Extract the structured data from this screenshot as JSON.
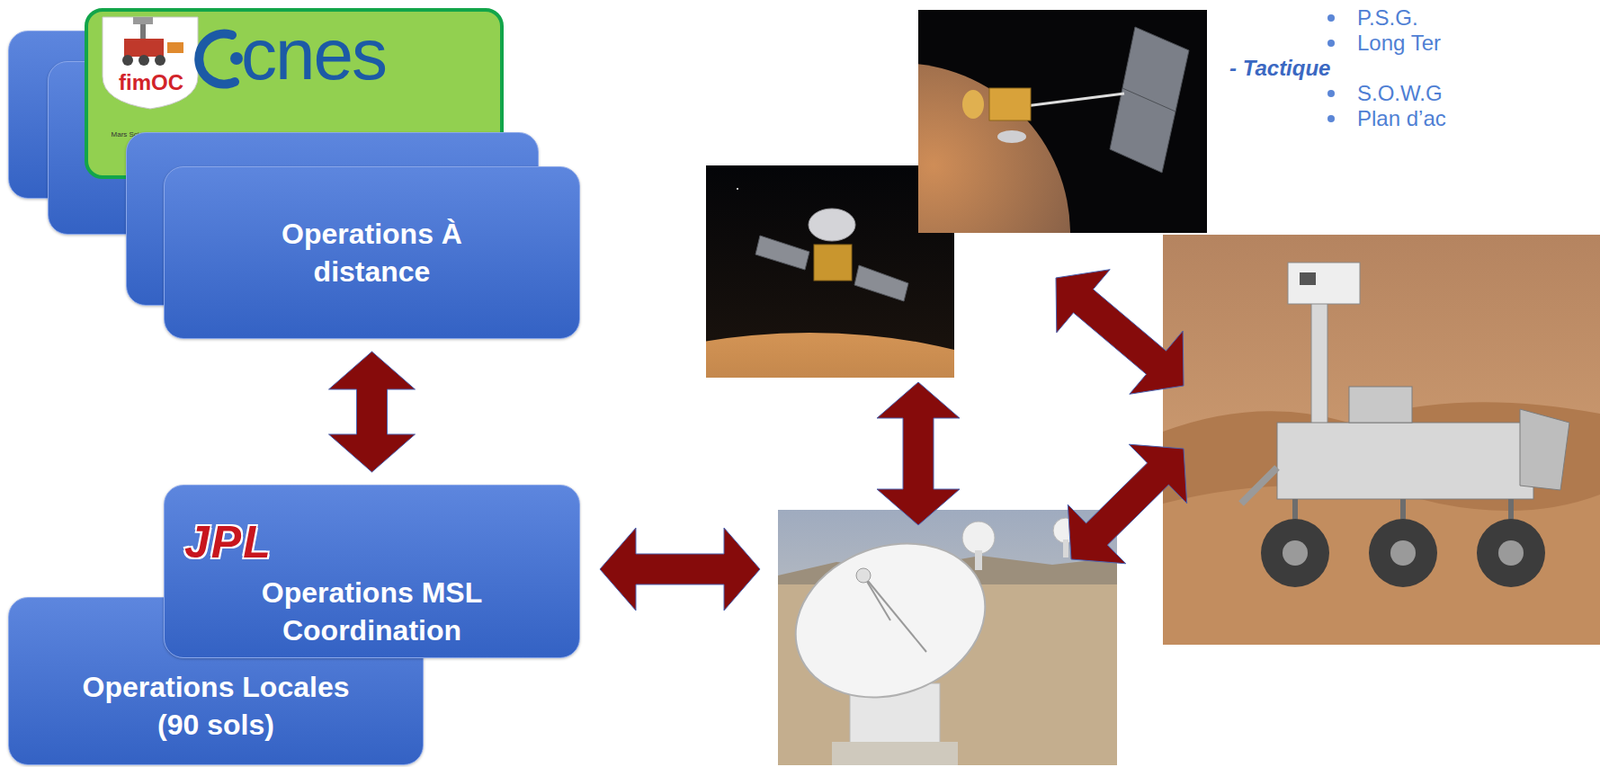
{
  "diagram": {
    "nodes": [
      {
        "text": [
          "fimOC",
          "Mars Science Laboratory",
          "cnes"
        ]
      },
      {
        "text": [
          "Operations À distance"
        ]
      },
      {
        "text": [
          "JPL",
          "Operations MSL Coordination"
        ]
      },
      {
        "text": [
          "Operations Locales (90 sols)"
        ]
      }
    ],
    "edges": [
      {
        "from": 1,
        "to": 2,
        "arrow": "both"
      }
    ],
    "labels": [
      "P.S.G.",
      "Long Ter",
      "- Tactique",
      "S.O.W.G",
      "Plan d’ac"
    ]
  }
}
